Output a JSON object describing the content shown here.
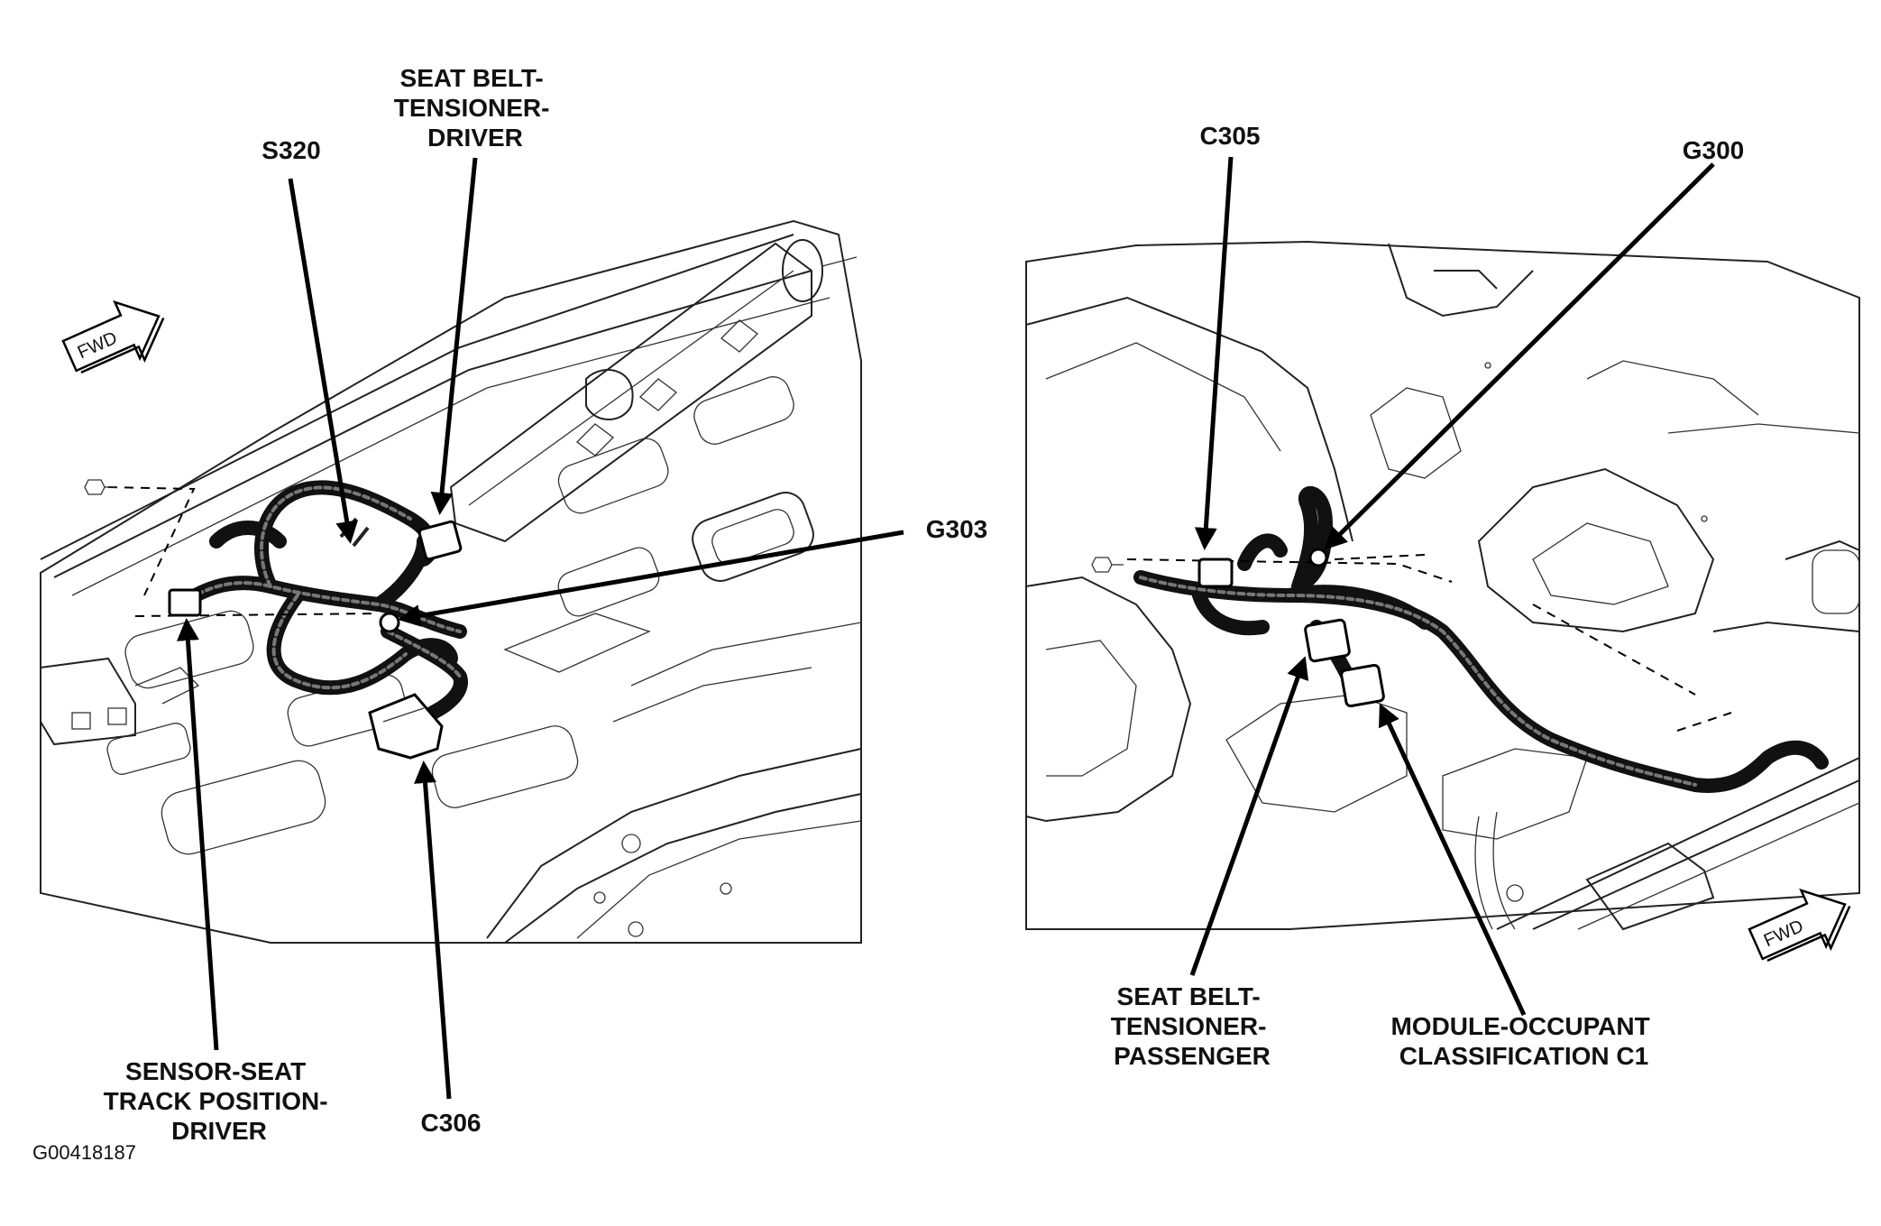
{
  "figure_code": "G00418187",
  "labels": {
    "s320": "S320",
    "seat_belt_tensioner_driver": [
      "SEAT BELT-",
      "TENSIONER-",
      "DRIVER"
    ],
    "g303": "G303",
    "sensor_seat_track": [
      "SENSOR-SEAT",
      "TRACK POSITION-",
      "DRIVER"
    ],
    "c306": "C306",
    "c305": "C305",
    "g300": "G300",
    "seat_belt_tensioner_passenger": [
      "SEAT BELT-",
      "TENSIONER-",
      "PASSENGER"
    ],
    "module_occupant": [
      "MODULE-OCCUPANT",
      "CLASSIFICATION C1"
    ]
  },
  "fwd_arrows": {
    "left": "FWD",
    "right": "FWD"
  }
}
